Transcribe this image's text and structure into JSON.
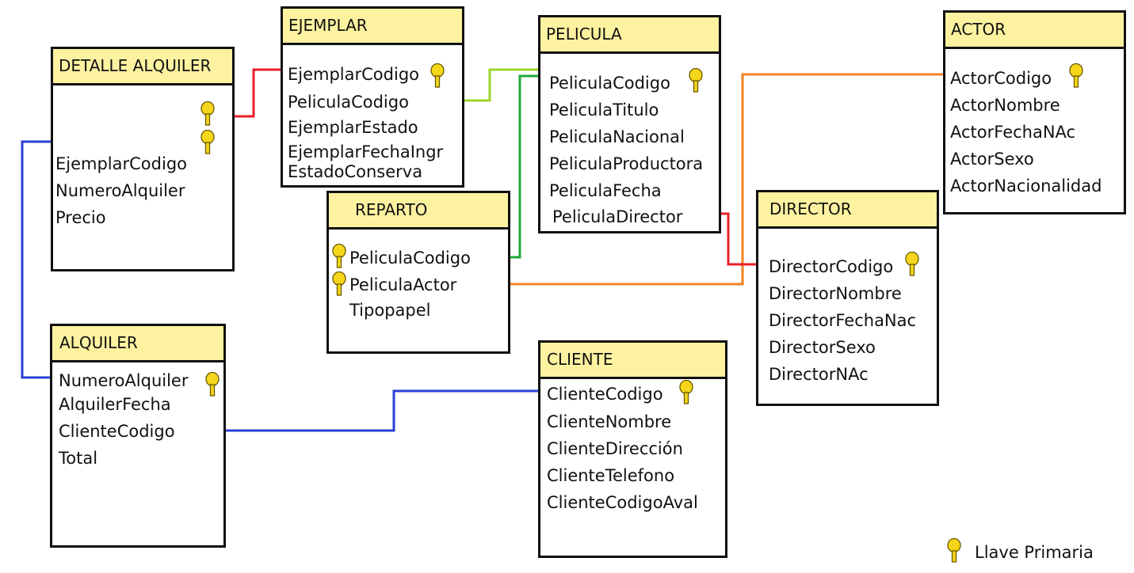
{
  "diagram": {
    "entities": {
      "detalle_alquiler": {
        "name": "DETALLE ALQUILER",
        "attributes": [
          "EjemplarCodigo",
          "NumeroAlquiler",
          "Precio"
        ],
        "primary_keys": [
          "EjemplarCodigo",
          "NumeroAlquiler"
        ]
      },
      "ejemplar": {
        "name": "EJEMPLAR",
        "attributes": [
          "EjemplarCodigo",
          "PeliculaCodigo",
          "EjemplarEstado",
          "EjemplarFechaIngr",
          "EstadoConserva"
        ],
        "primary_keys": [
          "EjemplarCodigo"
        ]
      },
      "pelicula": {
        "name": "PELICULA",
        "attributes": [
          "PeliculaCodigo",
          "PeliculaTitulo",
          "PeliculaNacional",
          "PeliculaProductora",
          "PeliculaFecha",
          "PeliculaDirector"
        ],
        "primary_keys": [
          "PeliculaCodigo"
        ]
      },
      "actor": {
        "name": "ACTOR",
        "attributes": [
          "ActorCodigo",
          "ActorNombre",
          "ActorFechaNAc",
          "ActorSexo",
          "ActorNacionalidad"
        ],
        "primary_keys": [
          "ActorCodigo"
        ]
      },
      "reparto": {
        "name": "REPARTO",
        "attributes": [
          "PeliculaCodigo",
          "PeliculaActor",
          "Tipopapel"
        ],
        "primary_keys": [
          "PeliculaCodigo",
          "PeliculaActor"
        ]
      },
      "director": {
        "name": "DIRECTOR",
        "attributes": [
          "DirectorCodigo",
          "DirectorNombre",
          "DirectorFechaNac",
          "DirectorSexo",
          "DirectorNAc"
        ],
        "primary_keys": [
          "DirectorCodigo"
        ]
      },
      "alquiler": {
        "name": "ALQUILER",
        "attributes": [
          "NumeroAlquiler",
          "AlquilerFecha",
          "ClienteCodigo",
          "Total"
        ],
        "primary_keys": [
          "NumeroAlquiler"
        ]
      },
      "cliente": {
        "name": "CLIENTE",
        "attributes": [
          "ClienteCodigo",
          "ClienteNombre",
          "ClienteDirección",
          "ClienteTelefono",
          "ClienteCodigoAval"
        ],
        "primary_keys": [
          "ClienteCodigo"
        ]
      }
    },
    "relationships": [
      {
        "from": "DETALLE ALQUILER.EjemplarCodigo",
        "to": "EJEMPLAR.EjemplarCodigo",
        "color": "#e8202a"
      },
      {
        "from": "EJEMPLAR.PeliculaCodigo",
        "to": "PELICULA.PeliculaCodigo",
        "color": "#9bd32a"
      },
      {
        "from": "REPARTO.PeliculaCodigo",
        "to": "PELICULA.PeliculaCodigo",
        "color": "#1ea83c"
      },
      {
        "from": "REPARTO.PeliculaActor",
        "to": "ACTOR.ActorCodigo",
        "color": "#f58220"
      },
      {
        "from": "PELICULA.PeliculaDirector",
        "to": "DIRECTOR.DirectorCodigo",
        "color": "#e8202a"
      },
      {
        "from": "DETALLE ALQUILER.NumeroAlquiler",
        "to": "ALQUILER.NumeroAlquiler",
        "color": "#2a3fd6"
      },
      {
        "from": "ALQUILER.ClienteCodigo",
        "to": "CLIENTE.ClienteCodigo",
        "color": "#2a3fd6"
      }
    ],
    "colors": {
      "header_fill": "#fdf2a0",
      "key_fill": "#f5d61a"
    },
    "legend": {
      "icon": "key-icon",
      "label": "Llave Primaria"
    }
  }
}
